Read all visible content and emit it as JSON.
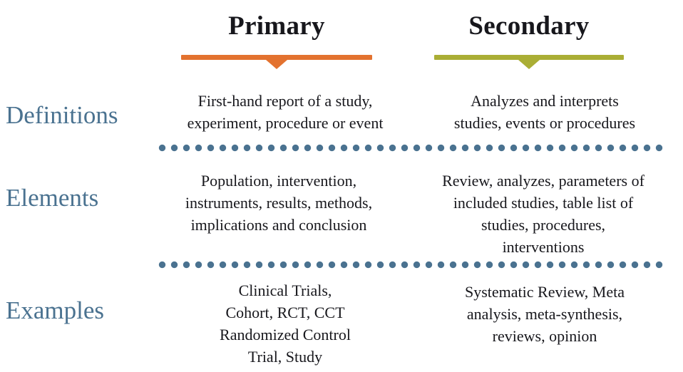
{
  "colors": {
    "primary_accent": "#e3722f",
    "secondary_accent": "#aaae35",
    "label_blue": "#4a7290",
    "body_text": "#17171c",
    "background": "#ffffff"
  },
  "columns": [
    {
      "key": "primary",
      "title": "Primary",
      "accent": "#e3722f"
    },
    {
      "key": "secondary",
      "title": "Secondary",
      "accent": "#aaae35"
    }
  ],
  "rows": [
    {
      "label": "Definitions",
      "primary": {
        "lines": [
          "First-hand report of a study,",
          "experiment, procedure or event"
        ]
      },
      "secondary": {
        "lines": [
          "Analyzes and interprets",
          "studies, events or procedures"
        ]
      }
    },
    {
      "label": "Elements",
      "primary": {
        "lines": [
          "Population, intervention,",
          "instruments,  results, methods,",
          "implications and conclusion"
        ]
      },
      "secondary": {
        "lines": [
          "Review, analyzes, parameters of",
          "included studies, table list of",
          "studies,  procedures,",
          "interventions"
        ]
      }
    },
    {
      "label": "Examples",
      "primary": {
        "lines": [
          "Clinical Trials,",
          "Cohort, RCT, CCT",
          "Randomized Control",
          "Trial, Study"
        ]
      },
      "secondary": {
        "lines": [
          "Systematic Review, Meta",
          "analysis, meta-synthesis,",
          "reviews, opinion"
        ]
      }
    }
  ]
}
